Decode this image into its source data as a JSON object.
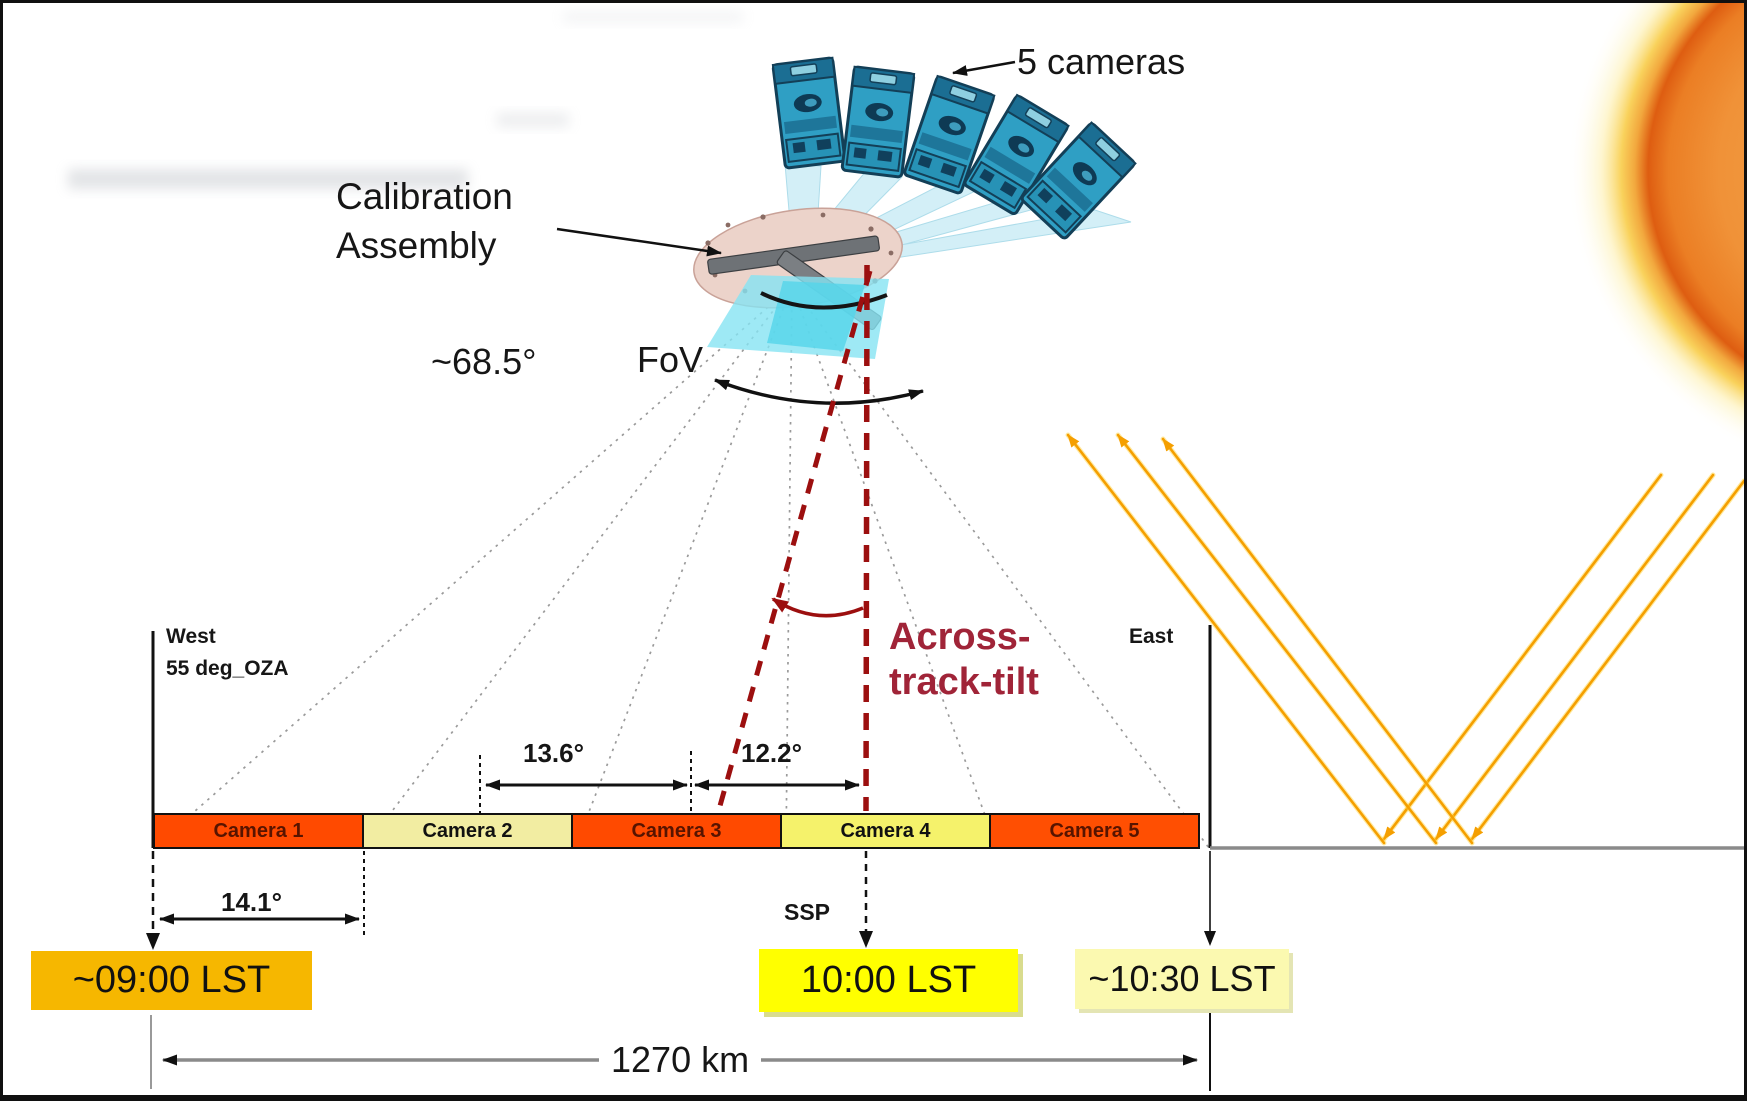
{
  "annotations": {
    "five_cameras": "5 cameras",
    "calibration_assembly": "Calibration\nAssembly",
    "fov_angle": "~68.5°",
    "fov_label": "FoV",
    "across_track_tilt": "Across-\ntrack-tilt",
    "west_label": "West\n55 deg_OZA",
    "east_label": "East",
    "ssp_label": "SSP",
    "angle_between_cameras": "13.6°",
    "angle_camera3_to_nadir": "12.2°",
    "angle_west_edge": "14.1°",
    "swath_distance": "1270 km"
  },
  "cameras": [
    {
      "name": "Camera 1",
      "fill": "#ff4a00"
    },
    {
      "name": "Camera 2",
      "fill": "#f2eda2"
    },
    {
      "name": "Camera 3",
      "fill": "#ff4a00"
    },
    {
      "name": "Camera 4",
      "fill": "#f5f26b"
    },
    {
      "name": "Camera 5",
      "fill": "#ff4f02"
    }
  ],
  "local_solar_times": [
    {
      "position": "west",
      "label": "~09:00 LST",
      "fill": "#f6b700"
    },
    {
      "position": "sub_satellite_point",
      "label": "10:00 LST",
      "fill": "#ffff00"
    },
    {
      "position": "east",
      "label": "~10:30 LST",
      "fill": "#fbf9b0"
    }
  ],
  "colors": {
    "camera_box_orange": "#ff4a00",
    "camera_box_pale_yellow": "#f2eda2",
    "camera_box_bright_yellow": "#f5f26b",
    "time_box_amber": "#f6b700",
    "time_box_bright_yellow": "#ffff00",
    "time_box_pale_yellow": "#fbf9b0",
    "tilt_dash_red": "#9c0f0f",
    "tilt_text_red": "#a02438",
    "sun_ray_orange": "#f59f00",
    "camera_body_teal": "#2f9fc4",
    "fan_line_gray": "#9a9a9a"
  }
}
